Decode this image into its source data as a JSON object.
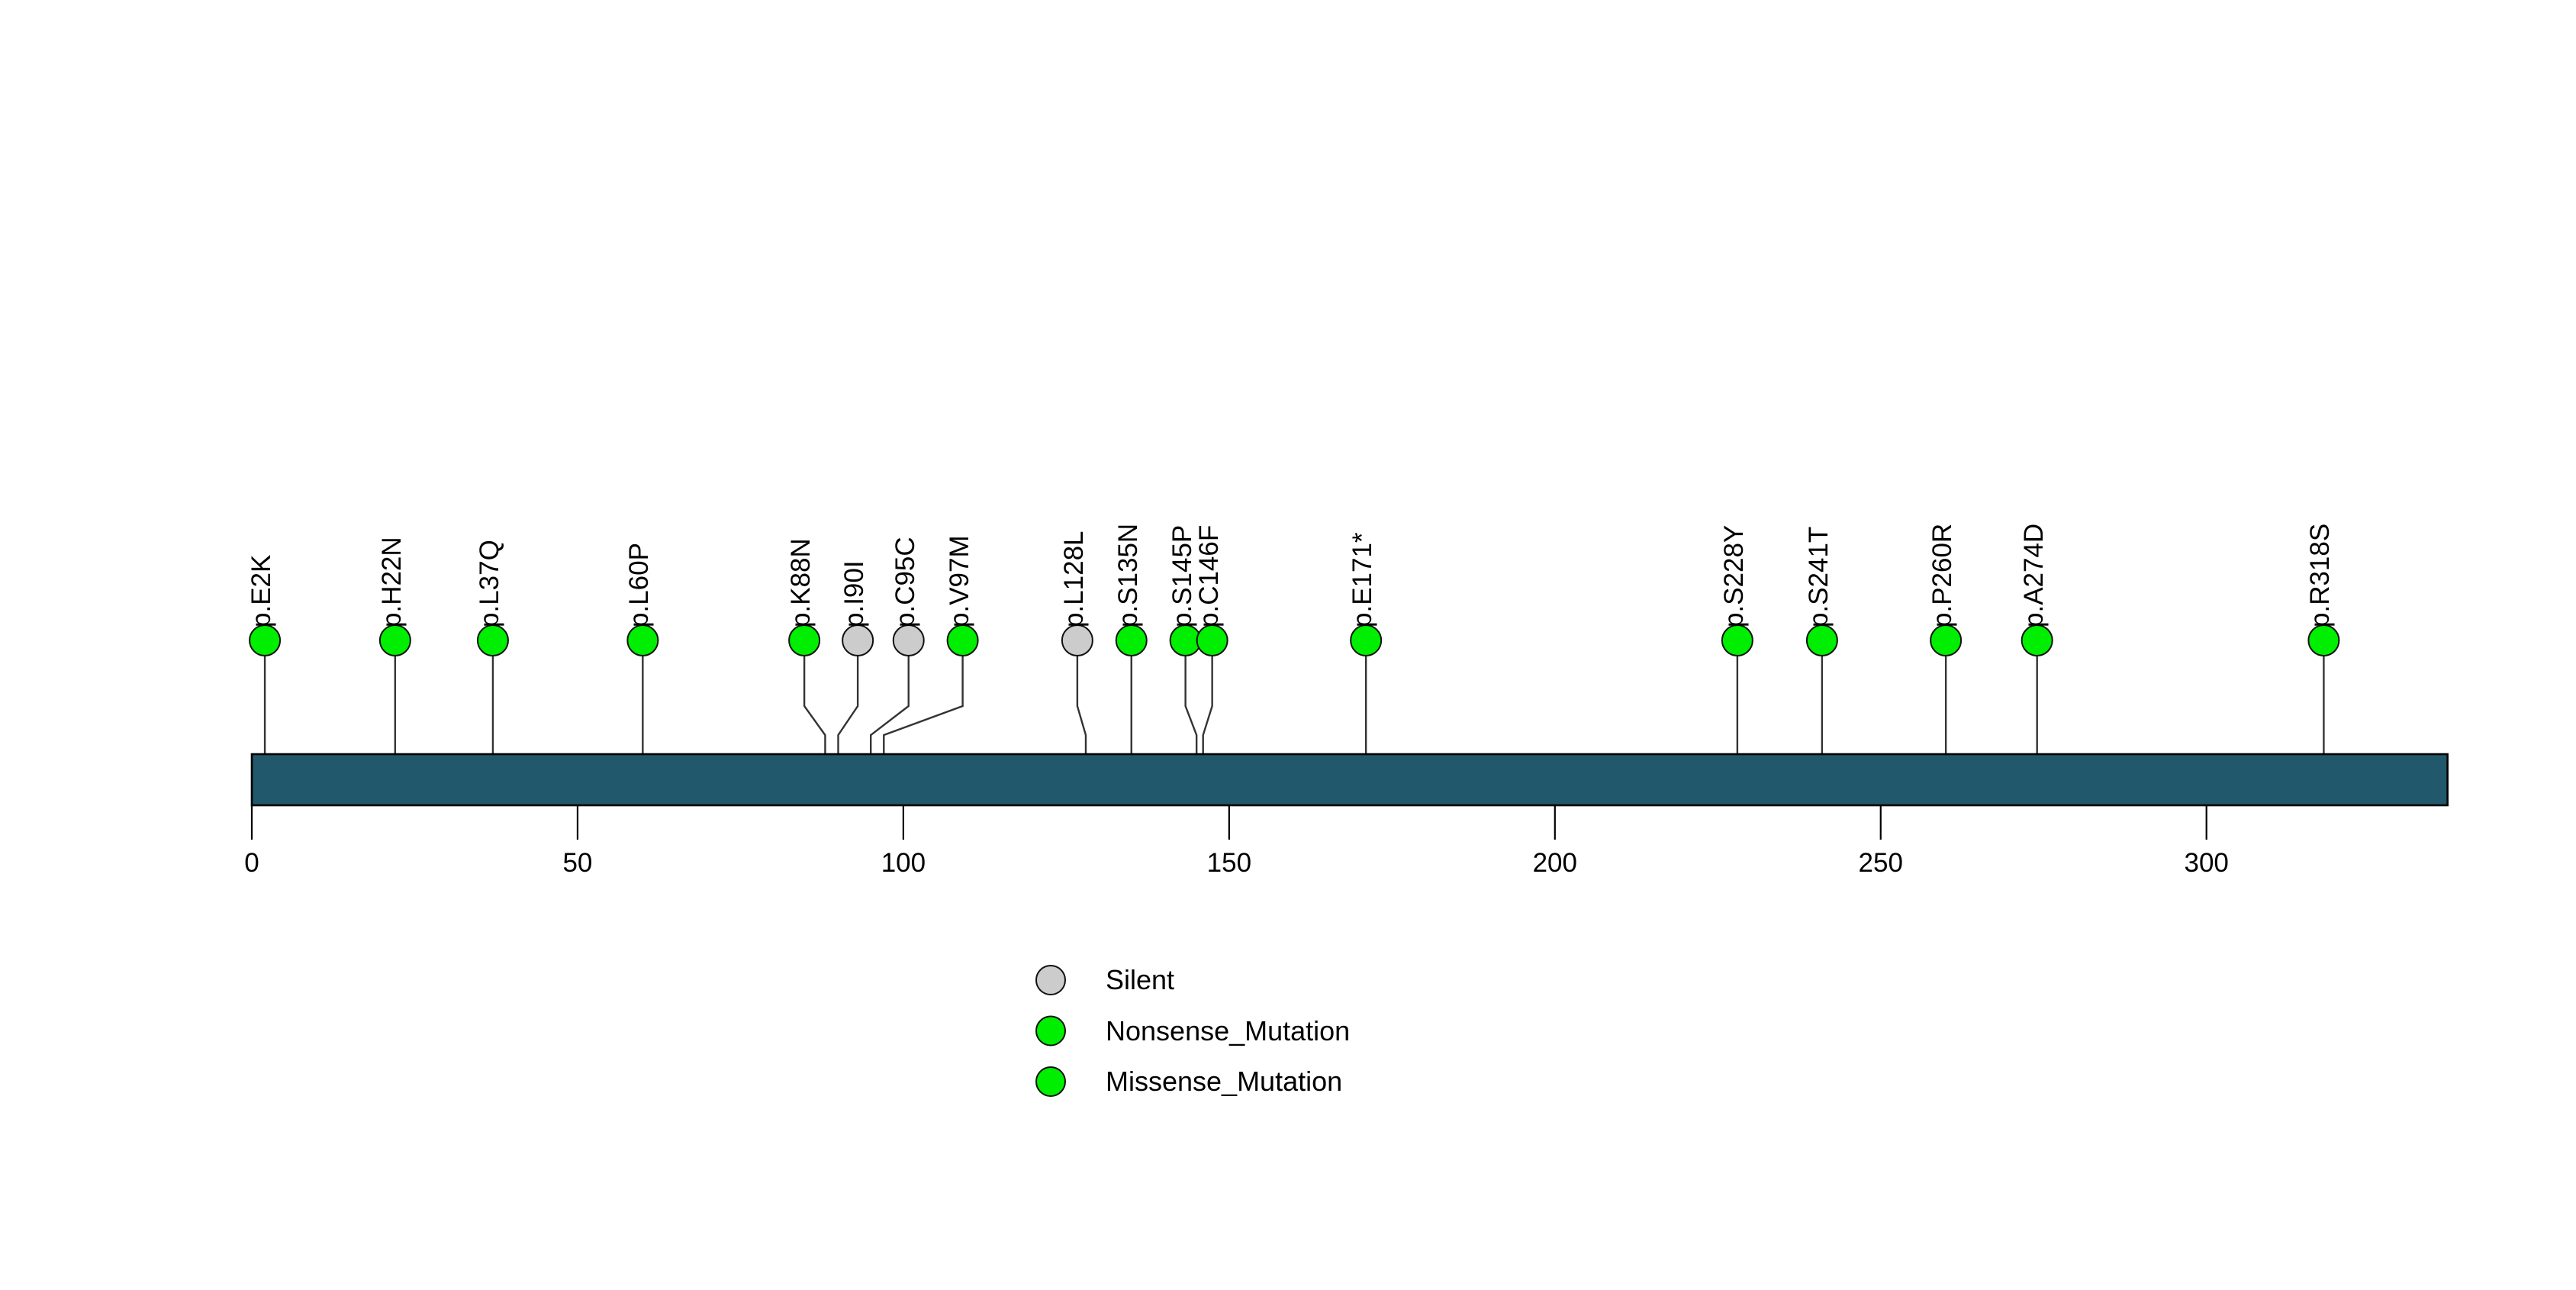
{
  "chart_data": {
    "type": "lollipop",
    "title": "",
    "xlabel": "",
    "ylabel": "",
    "xlim": [
      0,
      337
    ],
    "axis_ticks": [
      0,
      50,
      100,
      150,
      200,
      250,
      300
    ],
    "protein_length": 337,
    "grid": false,
    "legend_position": "bottom-center",
    "legend": [
      {
        "label": "Silent",
        "color": "#cccccc"
      },
      {
        "label": "Nonsense_Mutation",
        "color": "#00ee00"
      },
      {
        "label": "Missense_Mutation",
        "color": "#00ee00"
      }
    ],
    "mutations": [
      {
        "label": "p.E2K",
        "position": 2,
        "draw_position": 2,
        "type": "Missense_Mutation",
        "color": "#00ee00"
      },
      {
        "label": "p.H22N",
        "position": 22,
        "draw_position": 22,
        "type": "Missense_Mutation",
        "color": "#00ee00"
      },
      {
        "label": "p.L37Q",
        "position": 37,
        "draw_position": 37,
        "type": "Missense_Mutation",
        "color": "#00ee00"
      },
      {
        "label": "p.L60P",
        "position": 60,
        "draw_position": 60,
        "type": "Missense_Mutation",
        "color": "#00ee00"
      },
      {
        "label": "p.K88N",
        "position": 88,
        "draw_position": 84.8,
        "type": "Missense_Mutation",
        "color": "#00ee00"
      },
      {
        "label": "p.I90I",
        "position": 90,
        "draw_position": 93.0,
        "type": "Silent",
        "color": "#cccccc"
      },
      {
        "label": "p.C95C",
        "position": 95,
        "draw_position": 100.8,
        "type": "Silent",
        "color": "#cccccc"
      },
      {
        "label": "p.V97M",
        "position": 97,
        "draw_position": 109.1,
        "type": "Missense_Mutation",
        "color": "#00ee00"
      },
      {
        "label": "p.L128L",
        "position": 128,
        "draw_position": 126.7,
        "type": "Silent",
        "color": "#cccccc"
      },
      {
        "label": "p.S135N",
        "position": 135,
        "draw_position": 135.0,
        "type": "Missense_Mutation",
        "color": "#00ee00"
      },
      {
        "label": "p.S145P",
        "position": 145,
        "draw_position": 143.3,
        "type": "Missense_Mutation",
        "color": "#00ee00"
      },
      {
        "label": "p.C146F",
        "position": 146,
        "draw_position": 147.4,
        "type": "Missense_Mutation",
        "color": "#00ee00"
      },
      {
        "label": "p.E171*",
        "position": 171,
        "draw_position": 171,
        "type": "Nonsense_Mutation",
        "color": "#00ee00"
      },
      {
        "label": "p.S228Y",
        "position": 228,
        "draw_position": 228,
        "type": "Missense_Mutation",
        "color": "#00ee00"
      },
      {
        "label": "p.S241T",
        "position": 241,
        "draw_position": 241,
        "type": "Missense_Mutation",
        "color": "#00ee00"
      },
      {
        "label": "p.P260R",
        "position": 260,
        "draw_position": 260,
        "type": "Missense_Mutation",
        "color": "#00ee00"
      },
      {
        "label": "p.A274D",
        "position": 274,
        "draw_position": 274,
        "type": "Missense_Mutation",
        "color": "#00ee00"
      },
      {
        "label": "p.R318S",
        "position": 318,
        "draw_position": 318,
        "type": "Missense_Mutation",
        "color": "#00ee00"
      }
    ],
    "colors": {
      "protein_bar": "#21586b",
      "protein_bar_border": "#000000",
      "stem": "#333333",
      "silent": "#cccccc",
      "mutation_green": "#00ee00",
      "text": "#000000"
    }
  }
}
